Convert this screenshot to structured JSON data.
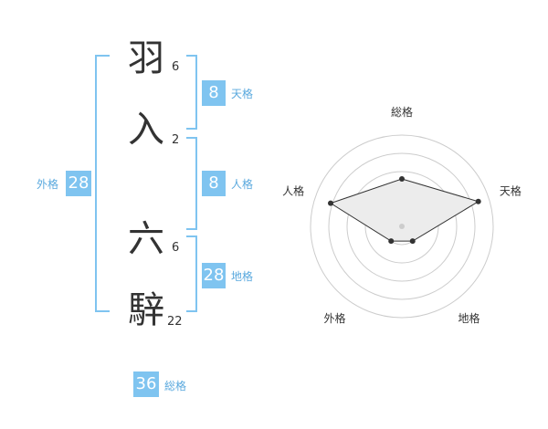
{
  "name": {
    "chars": [
      {
        "char": "羽",
        "strokes": "6"
      },
      {
        "char": "入",
        "strokes": "2"
      },
      {
        "char": "六",
        "strokes": "6"
      },
      {
        "char": "騂",
        "strokes": "22"
      }
    ]
  },
  "kaku": {
    "tenkaku": {
      "value": "8",
      "label": "天格"
    },
    "jinkaku": {
      "value": "8",
      "label": "人格"
    },
    "chikaku": {
      "value": "28",
      "label": "地格"
    },
    "gaikaku": {
      "value": "28",
      "label": "外格"
    },
    "soukaku": {
      "value": "36",
      "label": "総格"
    }
  },
  "radar": {
    "axes": [
      "総格",
      "天格",
      "地格",
      "外格",
      "人格"
    ],
    "values": [
      0.52,
      0.88,
      0.2,
      0.2,
      0.82
    ],
    "colors": {
      "fill": "#ececec",
      "line": "#333333",
      "ring": "#cccccc",
      "center": "#cccccc"
    }
  },
  "colors": {
    "accent": "#7fc4f0",
    "label": "#5aa9de"
  }
}
